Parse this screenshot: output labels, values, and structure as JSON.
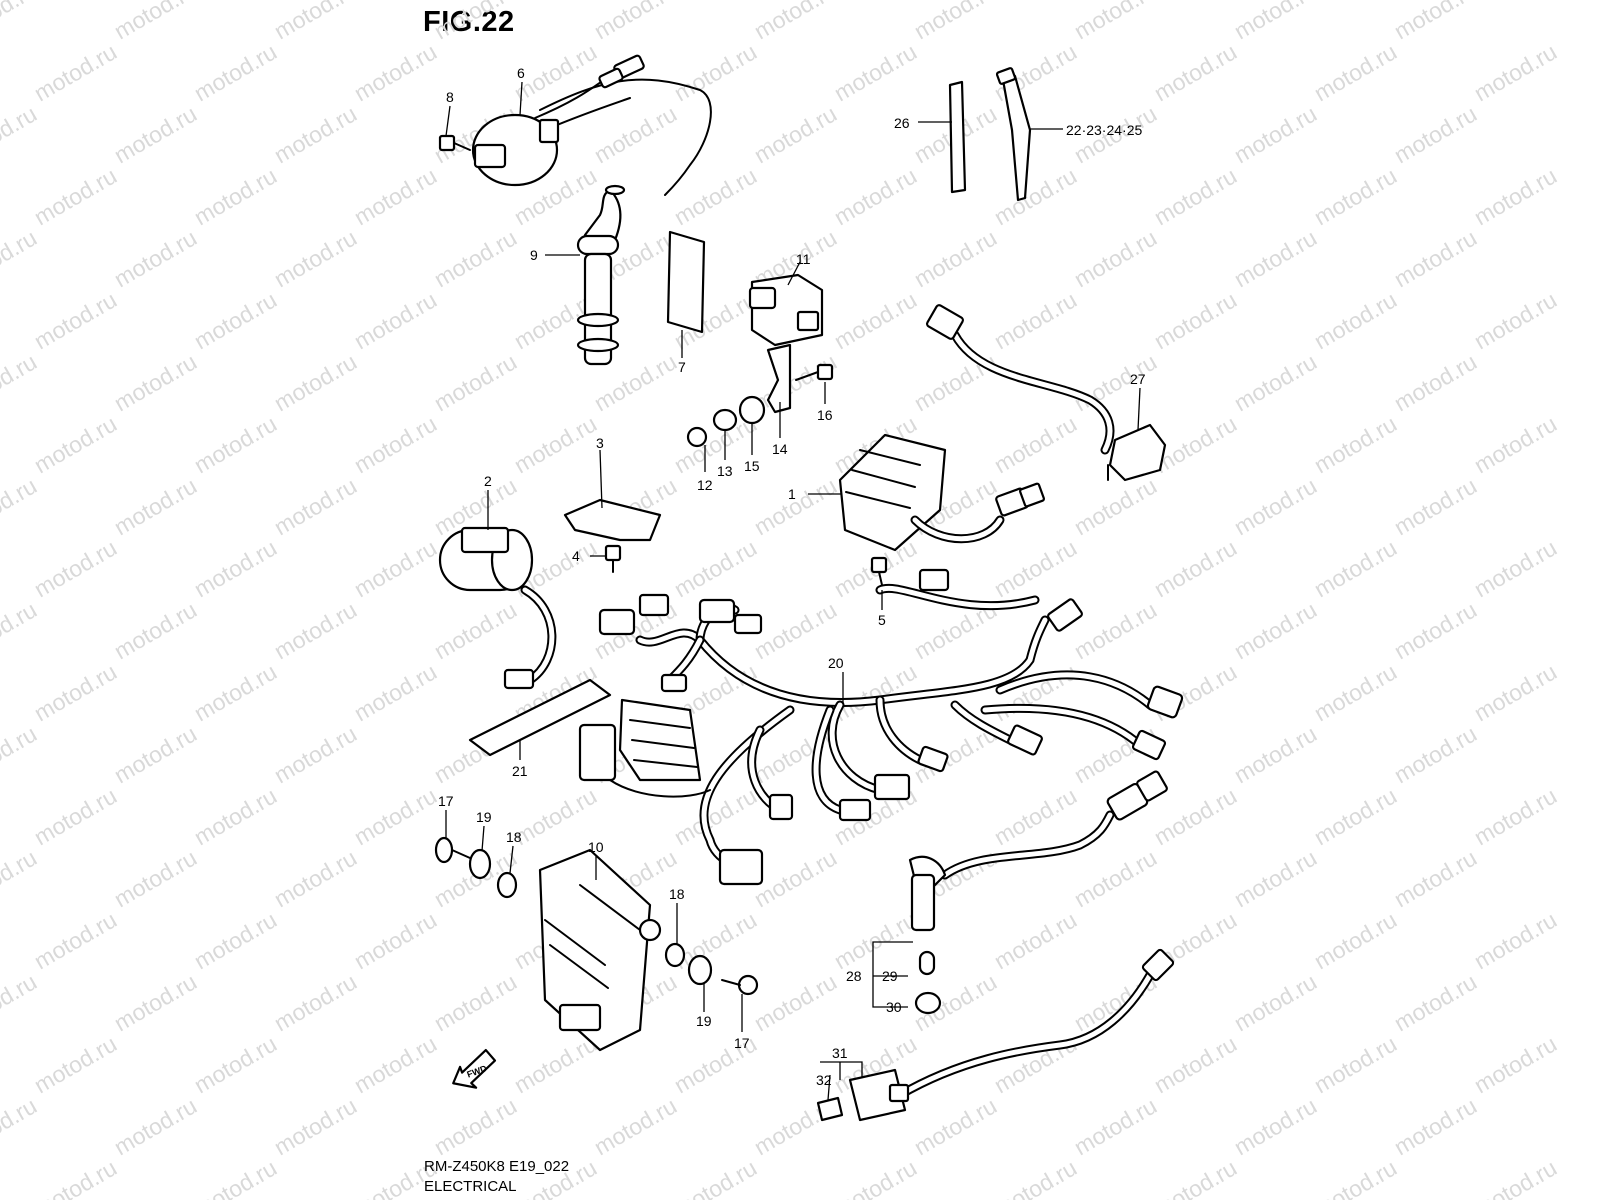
{
  "figure": {
    "title": "FIG.22",
    "code": "RM-Z450K8 E19_022",
    "section": "ELECTRICAL",
    "watermark": "motod.ru",
    "fwd_label": "FWD"
  },
  "callouts": {
    "c1": "1",
    "c2": "2",
    "c3": "3",
    "c4": "4",
    "c5": "5",
    "c6": "6",
    "c7": "7",
    "c8": "8",
    "c9": "9",
    "c10": "10",
    "c11": "11",
    "c12": "12",
    "c13": "13",
    "c14": "14",
    "c15": "15",
    "c16": "16",
    "c17a": "17",
    "c17b": "17",
    "c18a": "18",
    "c18b": "18",
    "c19a": "19",
    "c19b": "19",
    "c20": "20",
    "c21": "21",
    "c22_25": "22·23·24·25",
    "c26": "26",
    "c27": "27",
    "c28": "28",
    "c29": "29",
    "c30": "30",
    "c31": "31",
    "c32": "32"
  }
}
